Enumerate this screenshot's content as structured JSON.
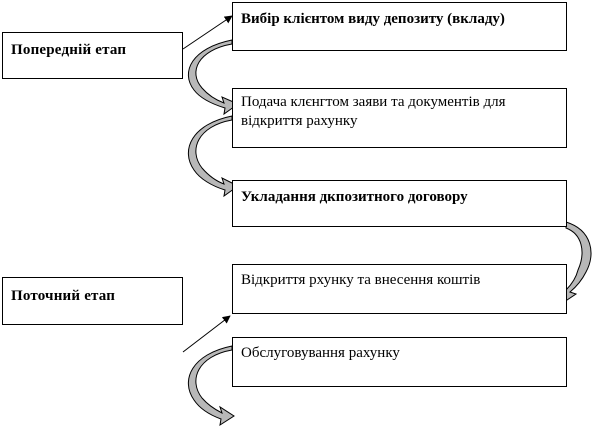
{
  "stages": {
    "preliminary": "Попередній етап",
    "current": "Поточний етап"
  },
  "steps": [
    "Вибір клієнтом виду депозиту (вкладу)",
    "Подача клєнгтом заяви та документів для відкриття рахунку",
    "Укладання дкпозитного договору",
    "Відкриття рхунку та внесення коштів",
    "Обслуговування рахунку"
  ],
  "colors": {
    "line": "#000000",
    "arrow_fill": "#b8b8b8",
    "background": "#ffffff"
  }
}
